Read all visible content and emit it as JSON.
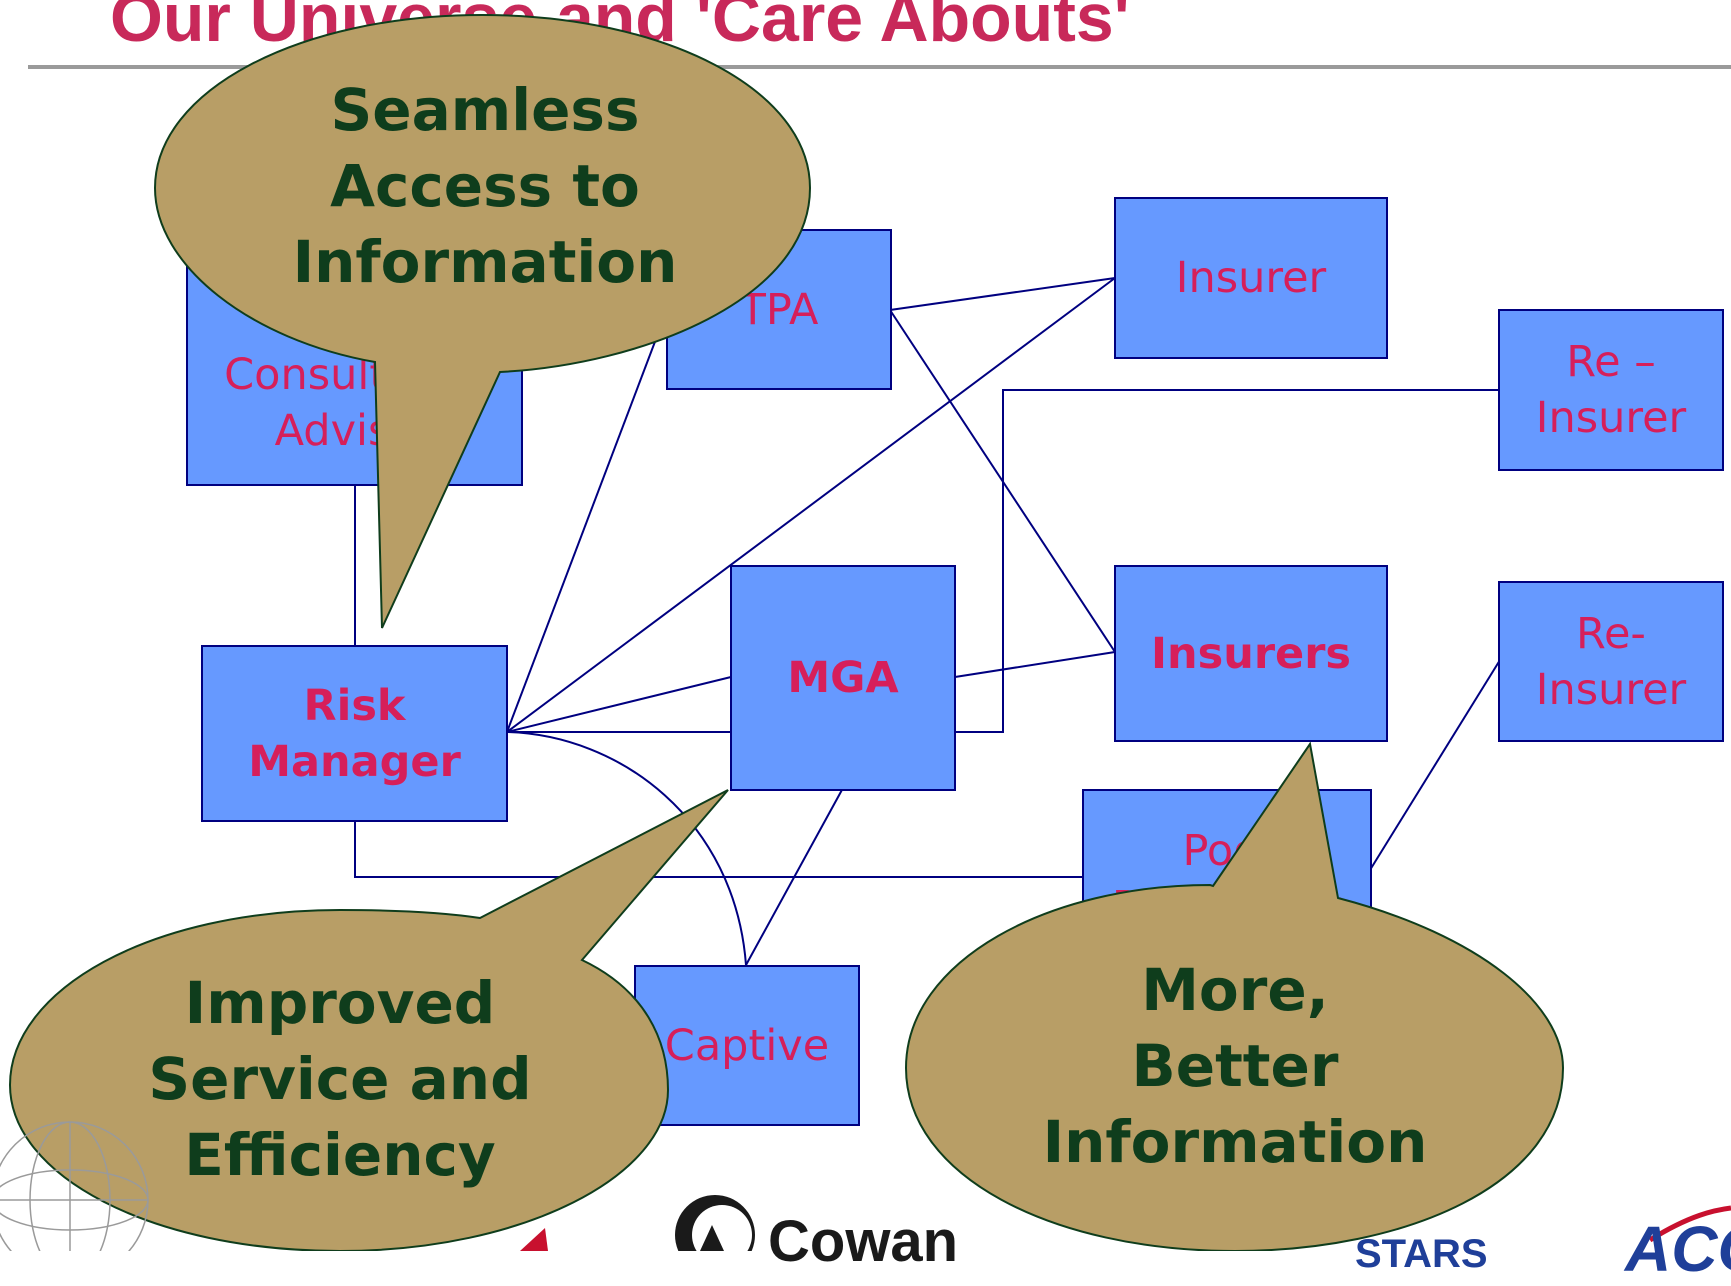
{
  "title": "Our Universe and 'Care Abouts'",
  "nodes": {
    "consultant": "Consultant /\nAdvisor",
    "tpa": "TPA",
    "insurer": "Insurer",
    "reinsurer_top": "Re –\nInsurer",
    "risk_manager": "Risk\nManager",
    "mga": "MGA",
    "insurers": "Insurers",
    "reinsurer_bottom": "Re-\nInsurer",
    "pool": "Pool\nParticipant",
    "captive": "Captive"
  },
  "callouts": {
    "access": "Seamless\nAccess to\nInformation",
    "service": "Improved\nService and\nEfficiency",
    "information": "More,\nBetter\nInformation"
  },
  "logos": {
    "cowan": "Cowan",
    "stars": "STARS",
    "aco": "ACO"
  },
  "colors": {
    "title": "#c8295a",
    "node_fill": "#6699ff",
    "node_border": "#000080",
    "node_text": "#d61f5a",
    "bubble_fill": "#b89e66",
    "bubble_text": "#0f3d1c"
  }
}
